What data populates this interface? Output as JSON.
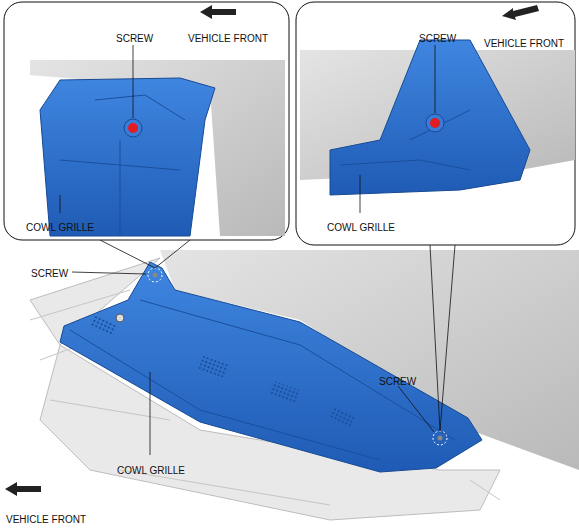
{
  "diagram": {
    "labels": [
      "SCREW",
      "VEHICLE FRONT",
      "SCREW",
      "VEHICLE FRONT",
      "COWL GRILLE",
      "COWL GRILLE",
      "SCREW",
      "SCREW",
      "COWL GRILLE",
      "VEHICLE FRONT"
    ]
  }
}
